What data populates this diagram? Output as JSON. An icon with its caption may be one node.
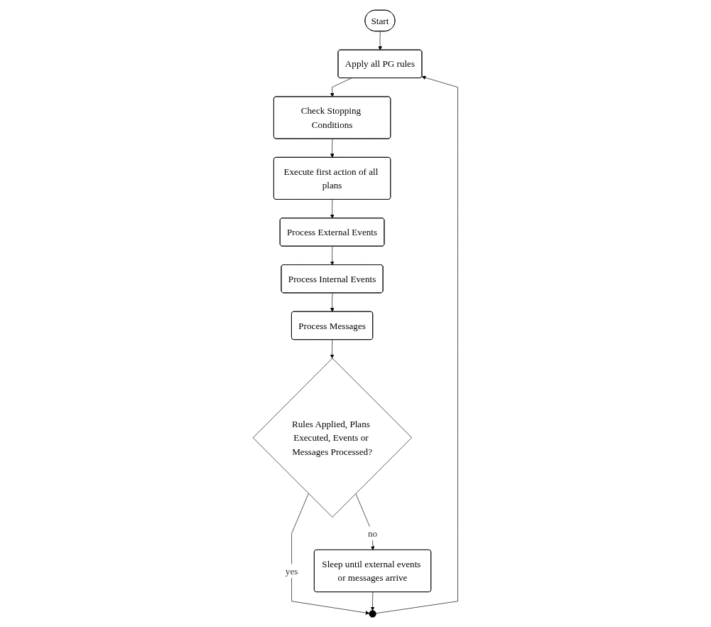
{
  "diagram": {
    "nodes": [
      {
        "text": [
          "Start"
        ]
      },
      {
        "text": [
          "Apply all PG rules"
        ]
      },
      {
        "text": [
          "Check Stopping Conditions"
        ]
      },
      {
        "text": [
          "Execute first action of all plans"
        ]
      },
      {
        "text": [
          "Process External Events"
        ]
      },
      {
        "text": [
          "Process Internal Events"
        ]
      },
      {
        "text": [
          "Process Messages"
        ]
      },
      {
        "text": [
          "Rules Applied, Plans Executed, Events or Messages Processed?"
        ]
      },
      {
        "text": [
          "Sleep until external events or messages arrive"
        ]
      },
      {
        "text": [],
        "shape": "circle"
      }
    ],
    "edges": [
      {
        "from": 0,
        "to": 1,
        "arrow": "to"
      },
      {
        "from": 1,
        "to": 2,
        "arrow": "to"
      },
      {
        "from": 2,
        "to": 3,
        "arrow": "to"
      },
      {
        "from": 3,
        "to": 4,
        "arrow": "to"
      },
      {
        "from": 4,
        "to": 5,
        "arrow": "to"
      },
      {
        "from": 5,
        "to": 6,
        "arrow": "to"
      },
      {
        "from": 6,
        "to": 7,
        "arrow": "to"
      },
      {
        "from": 7,
        "to": 8,
        "label": "no",
        "arrow": "to"
      },
      {
        "from": 7,
        "to": 9,
        "label": "yes",
        "arrow": "to"
      },
      {
        "from": 8,
        "to": 9,
        "arrow": "to"
      },
      {
        "from": 9,
        "to": 1,
        "arrow": "to"
      }
    ]
  }
}
